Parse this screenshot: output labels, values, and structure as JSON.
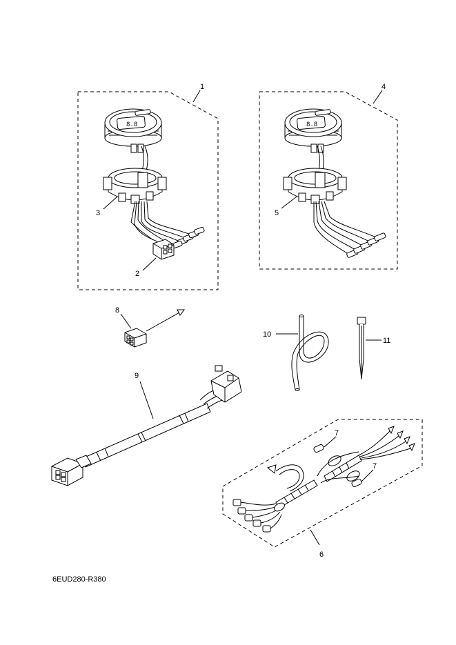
{
  "callouts": {
    "c1": "1",
    "c2": "2",
    "c3": "3",
    "c4": "4",
    "c5": "5",
    "c6": "6",
    "c7a": "7",
    "c7b": "7",
    "c8": "8",
    "c9": "9",
    "c10": "10",
    "c11": "11"
  },
  "diagram_code": "6EUD280-R380"
}
